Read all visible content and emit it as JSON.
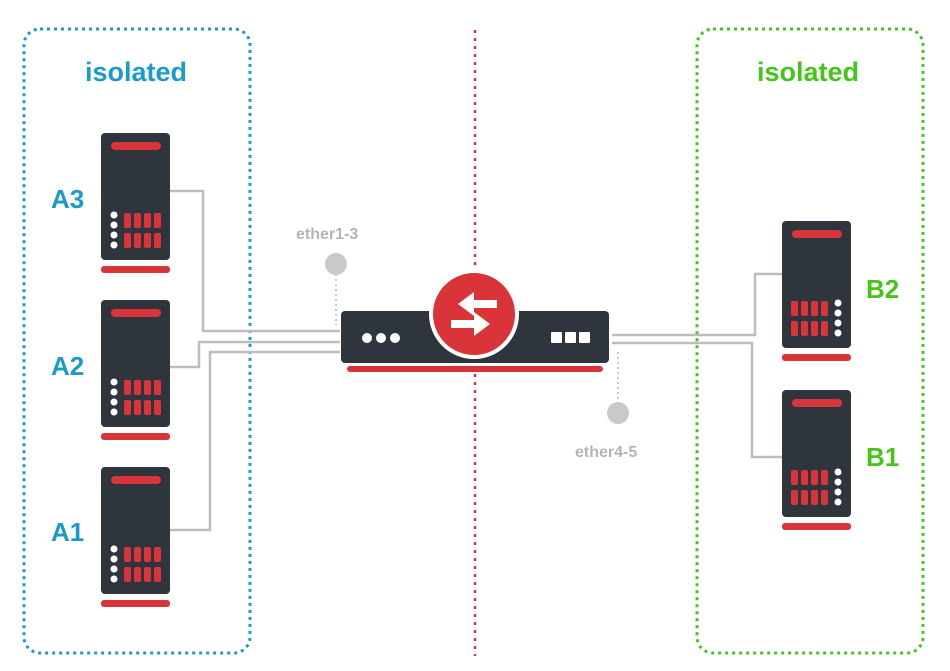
{
  "zones": {
    "left": {
      "title": "isolated",
      "color": "#1a9bc9"
    },
    "right": {
      "title": "isolated",
      "color": "#47c41c"
    }
  },
  "hosts": {
    "a3": {
      "label": "A3"
    },
    "a2": {
      "label": "A2"
    },
    "a1": {
      "label": "A1"
    },
    "b2": {
      "label": "B2"
    },
    "b1": {
      "label": "B1"
    }
  },
  "ports": {
    "left": {
      "label": "ether1-3"
    },
    "right": {
      "label": "ether4-5"
    }
  },
  "colors": {
    "device_body": "#2f353d",
    "accent_red": "#d8343a",
    "cable": "#bdbdbd",
    "divider": "#d8343a",
    "port_gray": "#c9c9c9",
    "port_label": "#b4b4b4"
  },
  "icons": {
    "router": "switch-arrows-icon",
    "host": "server-tower-icon"
  }
}
